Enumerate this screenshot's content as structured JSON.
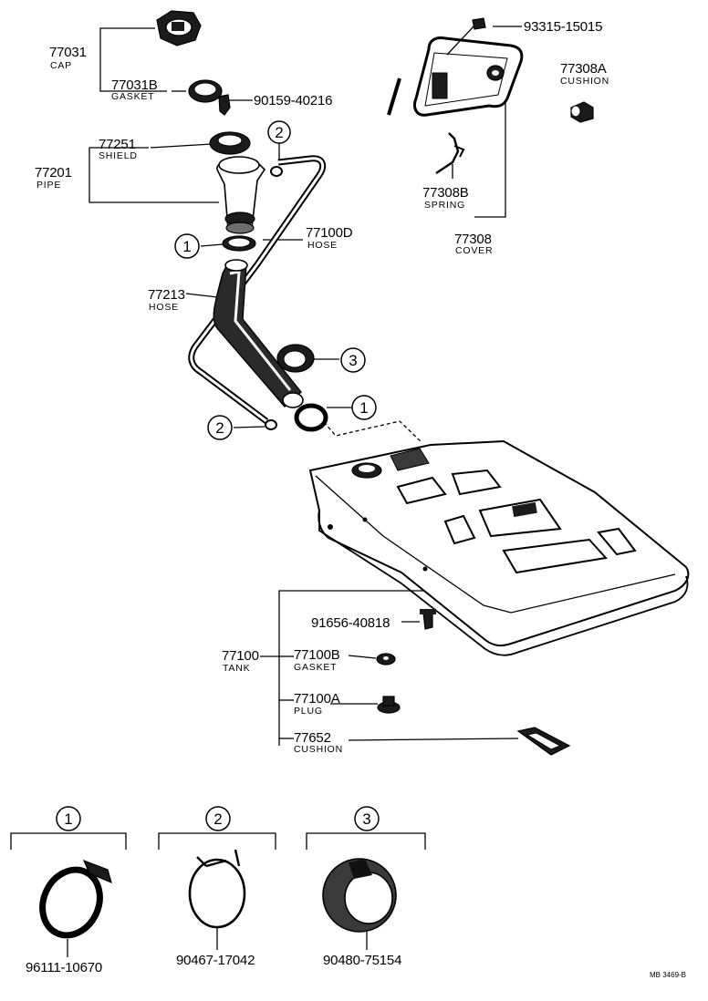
{
  "labels": {
    "cap_num": "77031",
    "cap_name": "CAP",
    "cap_gasket_num": "77031B",
    "cap_gasket_name": "GASKET",
    "screw_num": "90159-40216",
    "shield_num": "77251",
    "shield_name": "SHIELD",
    "pipe_num": "77201",
    "pipe_name": "PIPE",
    "hose_d_num": "77100D",
    "hose_d_name": "HOSE",
    "hose_num": "77213",
    "hose_name": "HOSE",
    "cover_bolt_num": "93315-15015",
    "cushion_a_num": "77308A",
    "cushion_a_name": "CUSHION",
    "spring_num": "77308B",
    "spring_name": "SPRING",
    "cover_num": "77308",
    "cover_name": "COVER",
    "tank_bolt_num": "91656-40818",
    "tank_num": "77100",
    "tank_name": "TANK",
    "tank_gasket_num": "77100B",
    "tank_gasket_name": "GASKET",
    "plug_num": "77100A",
    "plug_name": "PLUG",
    "cushion_num": "77652",
    "cushion_name": "CUSHION"
  },
  "callouts": {
    "c1": "1",
    "c2": "2",
    "c3": "3"
  },
  "legend": {
    "item1_num": "96111-10670",
    "item2_num": "90467-17042",
    "item3_num": "90480-75154"
  },
  "footer": {
    "ref": "MB 3469-B"
  }
}
